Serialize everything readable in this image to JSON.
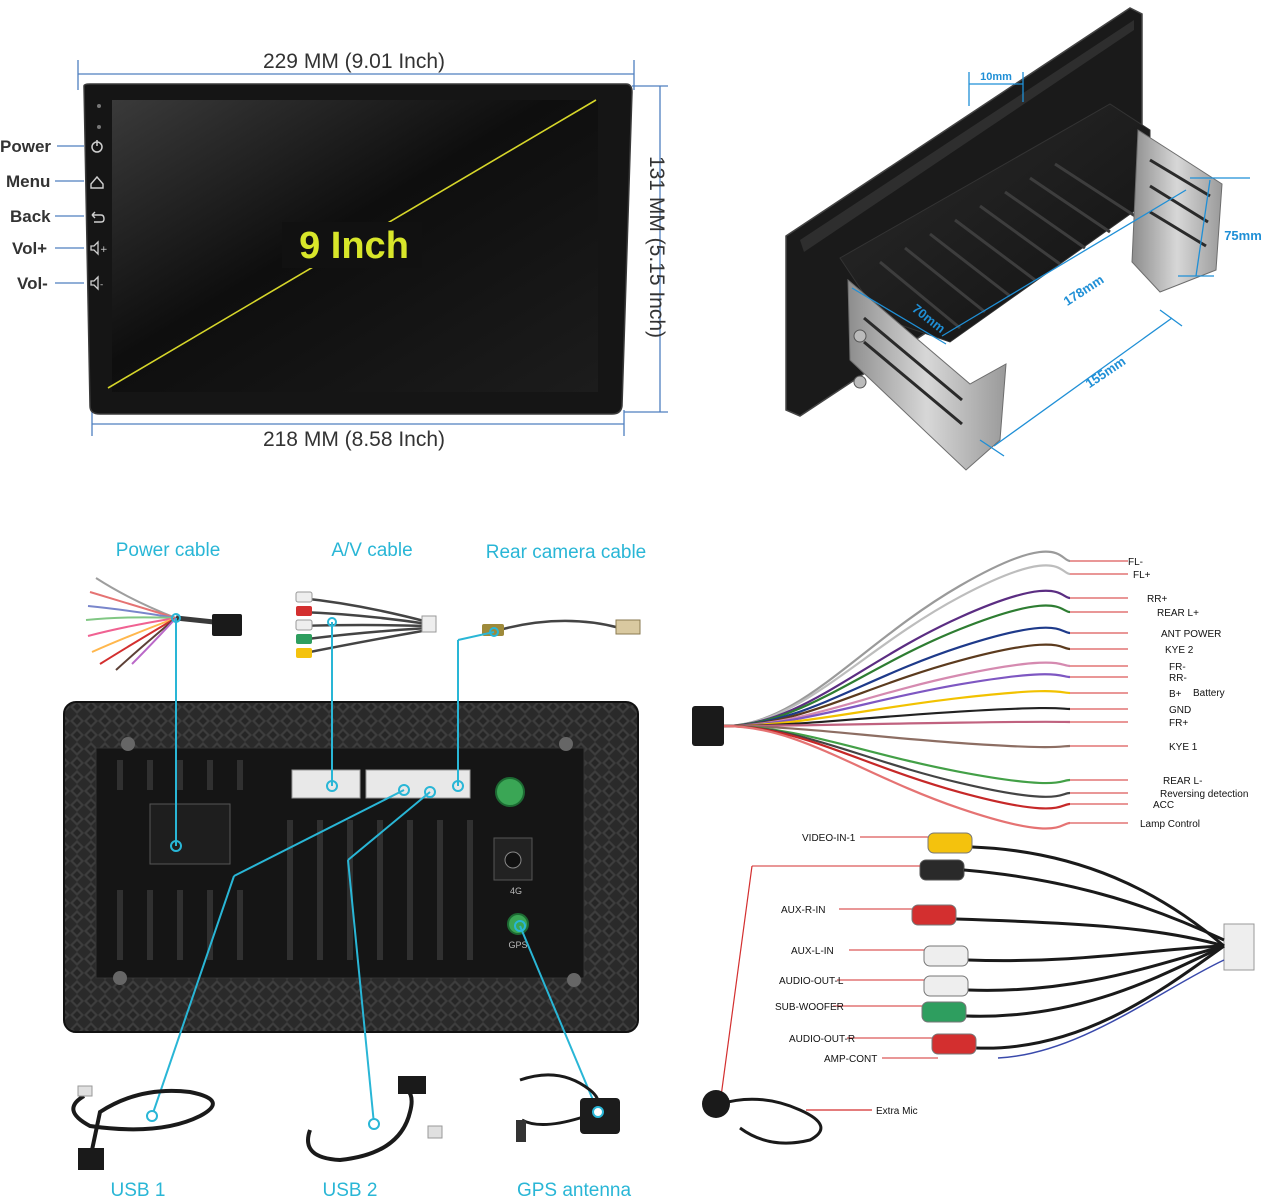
{
  "screen_dims": {
    "top_width": "229 MM (9.01 Inch)",
    "bottom_width": "218 MM (8.58 Inch)",
    "height": "131 MM (5.15 Inch)",
    "screen_size": "9 Inch"
  },
  "side_buttons": [
    "Power",
    "Menu",
    "Back",
    "Vol+",
    "Vol-"
  ],
  "bracket_dims": {
    "depth_top": "10mm",
    "height": "75mm",
    "length": "178mm",
    "width": "70mm",
    "bottom_length": "155mm"
  },
  "cable_titles": {
    "power": "Power cable",
    "av": "A/V cable",
    "rear_camera": "Rear camera cable"
  },
  "port_labels": {
    "gps_port": "GPS",
    "cam_port": "4G"
  },
  "accessory_titles": {
    "usb1": "USB 1",
    "usb2": "USB 2",
    "gps": "GPS antenna"
  },
  "power_wires": [
    {
      "label": "FL-",
      "color": "#9a9a9a"
    },
    {
      "label": "FL+",
      "color": "#bdbdbd"
    },
    {
      "label": "RR+",
      "color": "#5b2d82"
    },
    {
      "label": "REAR L+",
      "color": "#2e7d32"
    },
    {
      "label": "ANT POWER",
      "color": "#1e3a8a"
    },
    {
      "label": "KYE 2",
      "color": "#5c3b1e"
    },
    {
      "label": "FR-",
      "color": "#d58ab0"
    },
    {
      "label": "RR-",
      "color": "#7e57c2"
    },
    {
      "label": "B+",
      "color": "#f2c200"
    },
    {
      "label": "GND",
      "color": "#222222"
    },
    {
      "label": "FR+",
      "color": "#c0627f"
    },
    {
      "label": "KYE 1",
      "color": "#8d6e63"
    },
    {
      "label": "REAR L-",
      "color": "#43a047"
    },
    {
      "label": "Reversing detection",
      "color": "#444444"
    },
    {
      "label": "ACC",
      "color": "#c62828"
    },
    {
      "label": "Lamp Control",
      "color": "#e57373"
    }
  ],
  "battery_label": "Battery",
  "av_wires": [
    {
      "label": "VIDEO-IN-1",
      "plug": "#f4c20d"
    },
    {
      "label": "AUX-R-IN",
      "plug": "#d32f2f"
    },
    {
      "label": "AUX-L-IN",
      "plug": "#eeeeee"
    },
    {
      "label": "AUDIO-OUT-L",
      "plug": "#eeeeee"
    },
    {
      "label": "SUB-WOOFER",
      "plug": "#2e9e5f"
    },
    {
      "label": "AUDIO-OUT-R",
      "plug": "#d32f2f"
    },
    {
      "label": "AMP-CONT",
      "plug": "none"
    }
  ],
  "mic_label": "Extra Mic",
  "colors": {
    "accent_cyan": "#29b6d6",
    "dim_blue": "#4f7fbf",
    "bracket_blue": "#1f8fd6",
    "leader_red": "#d32f2f"
  }
}
